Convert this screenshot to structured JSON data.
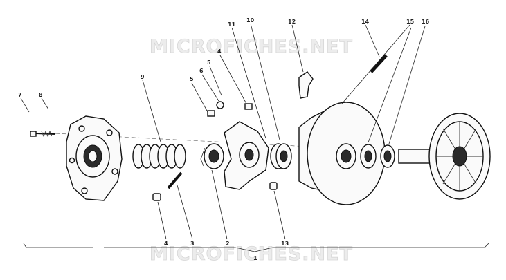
{
  "watermark": {
    "top": "MICROFICHES.NET",
    "bottom": "MICROFICHES.NET"
  },
  "callouts": {
    "c1": "1",
    "c2": "2",
    "c3": "3",
    "c4a": "4",
    "c4b": "4",
    "c5a": "5",
    "c5b": "5",
    "c6": "6",
    "c7": "7",
    "c8": "8",
    "c9": "9",
    "c10": "10",
    "c11": "11",
    "c12": "12",
    "c13": "13",
    "c14": "14",
    "c15": "15",
    "c16": "16"
  }
}
